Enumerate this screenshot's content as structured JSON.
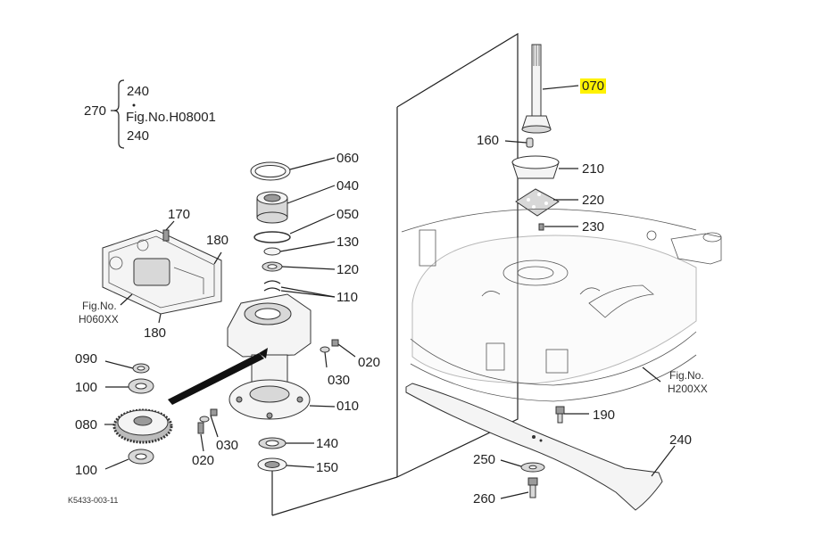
{
  "part_labels": {
    "p270": "270",
    "p240a": "240",
    "fig_h08001": "Fig.No.H08001",
    "p240b": "240",
    "p060": "060",
    "p040": "040",
    "p050": "050",
    "p130": "130",
    "p120": "120",
    "p110": "110",
    "p170": "170",
    "p180a": "180",
    "p180b": "180",
    "fig_h060_line1": "Fig.No.",
    "fig_h060_line2": "H060XX",
    "p090": "090",
    "p100a": "100",
    "p080": "080",
    "p100b": "100",
    "p020a": "020",
    "p030a": "030",
    "p010": "010",
    "p030b": "030",
    "p020b": "020",
    "p140": "140",
    "p150": "150",
    "p070": "070",
    "p160": "160",
    "p210": "210",
    "p220": "220",
    "p230": "230",
    "fig_h200_line1": "Fig.No.",
    "fig_h200_line2": "H200XX",
    "p190": "190",
    "p240c": "240",
    "p250": "250",
    "p260": "260"
  },
  "drawing_code": "K5433-003-11",
  "highlight_color": "#fff200"
}
